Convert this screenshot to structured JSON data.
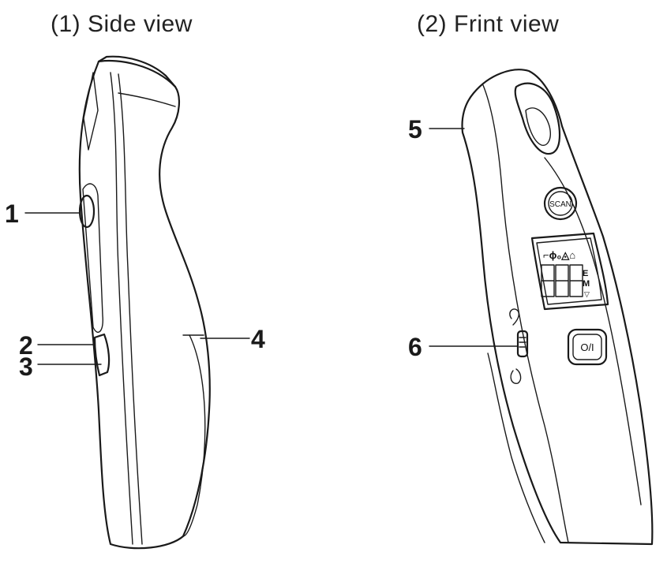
{
  "figure": {
    "side_view_title": "(1) Side view",
    "front_view_title": "(2) Frint view"
  },
  "callouts": [
    {
      "id": "1",
      "label": "1"
    },
    {
      "id": "2",
      "label": "2"
    },
    {
      "id": "3",
      "label": "3"
    },
    {
      "id": "4",
      "label": "4"
    },
    {
      "id": "5",
      "label": "5"
    },
    {
      "id": "6",
      "label": "6"
    }
  ],
  "device_front": {
    "scan_button_label": "SCAN",
    "power_button_label": "O/I",
    "display_mode_letters": [
      "E",
      "M"
    ]
  },
  "colors": {
    "line": "#1a1a1a",
    "background": "#ffffff"
  }
}
